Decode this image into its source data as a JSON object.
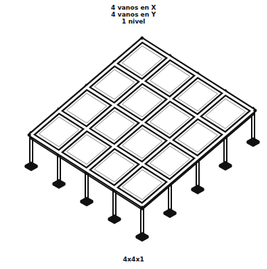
{
  "diagram": {
    "caption": "4x4x1",
    "labels": [
      "4 vanos en X",
      "4 vanos en Y",
      "1 nivel"
    ]
  }
}
